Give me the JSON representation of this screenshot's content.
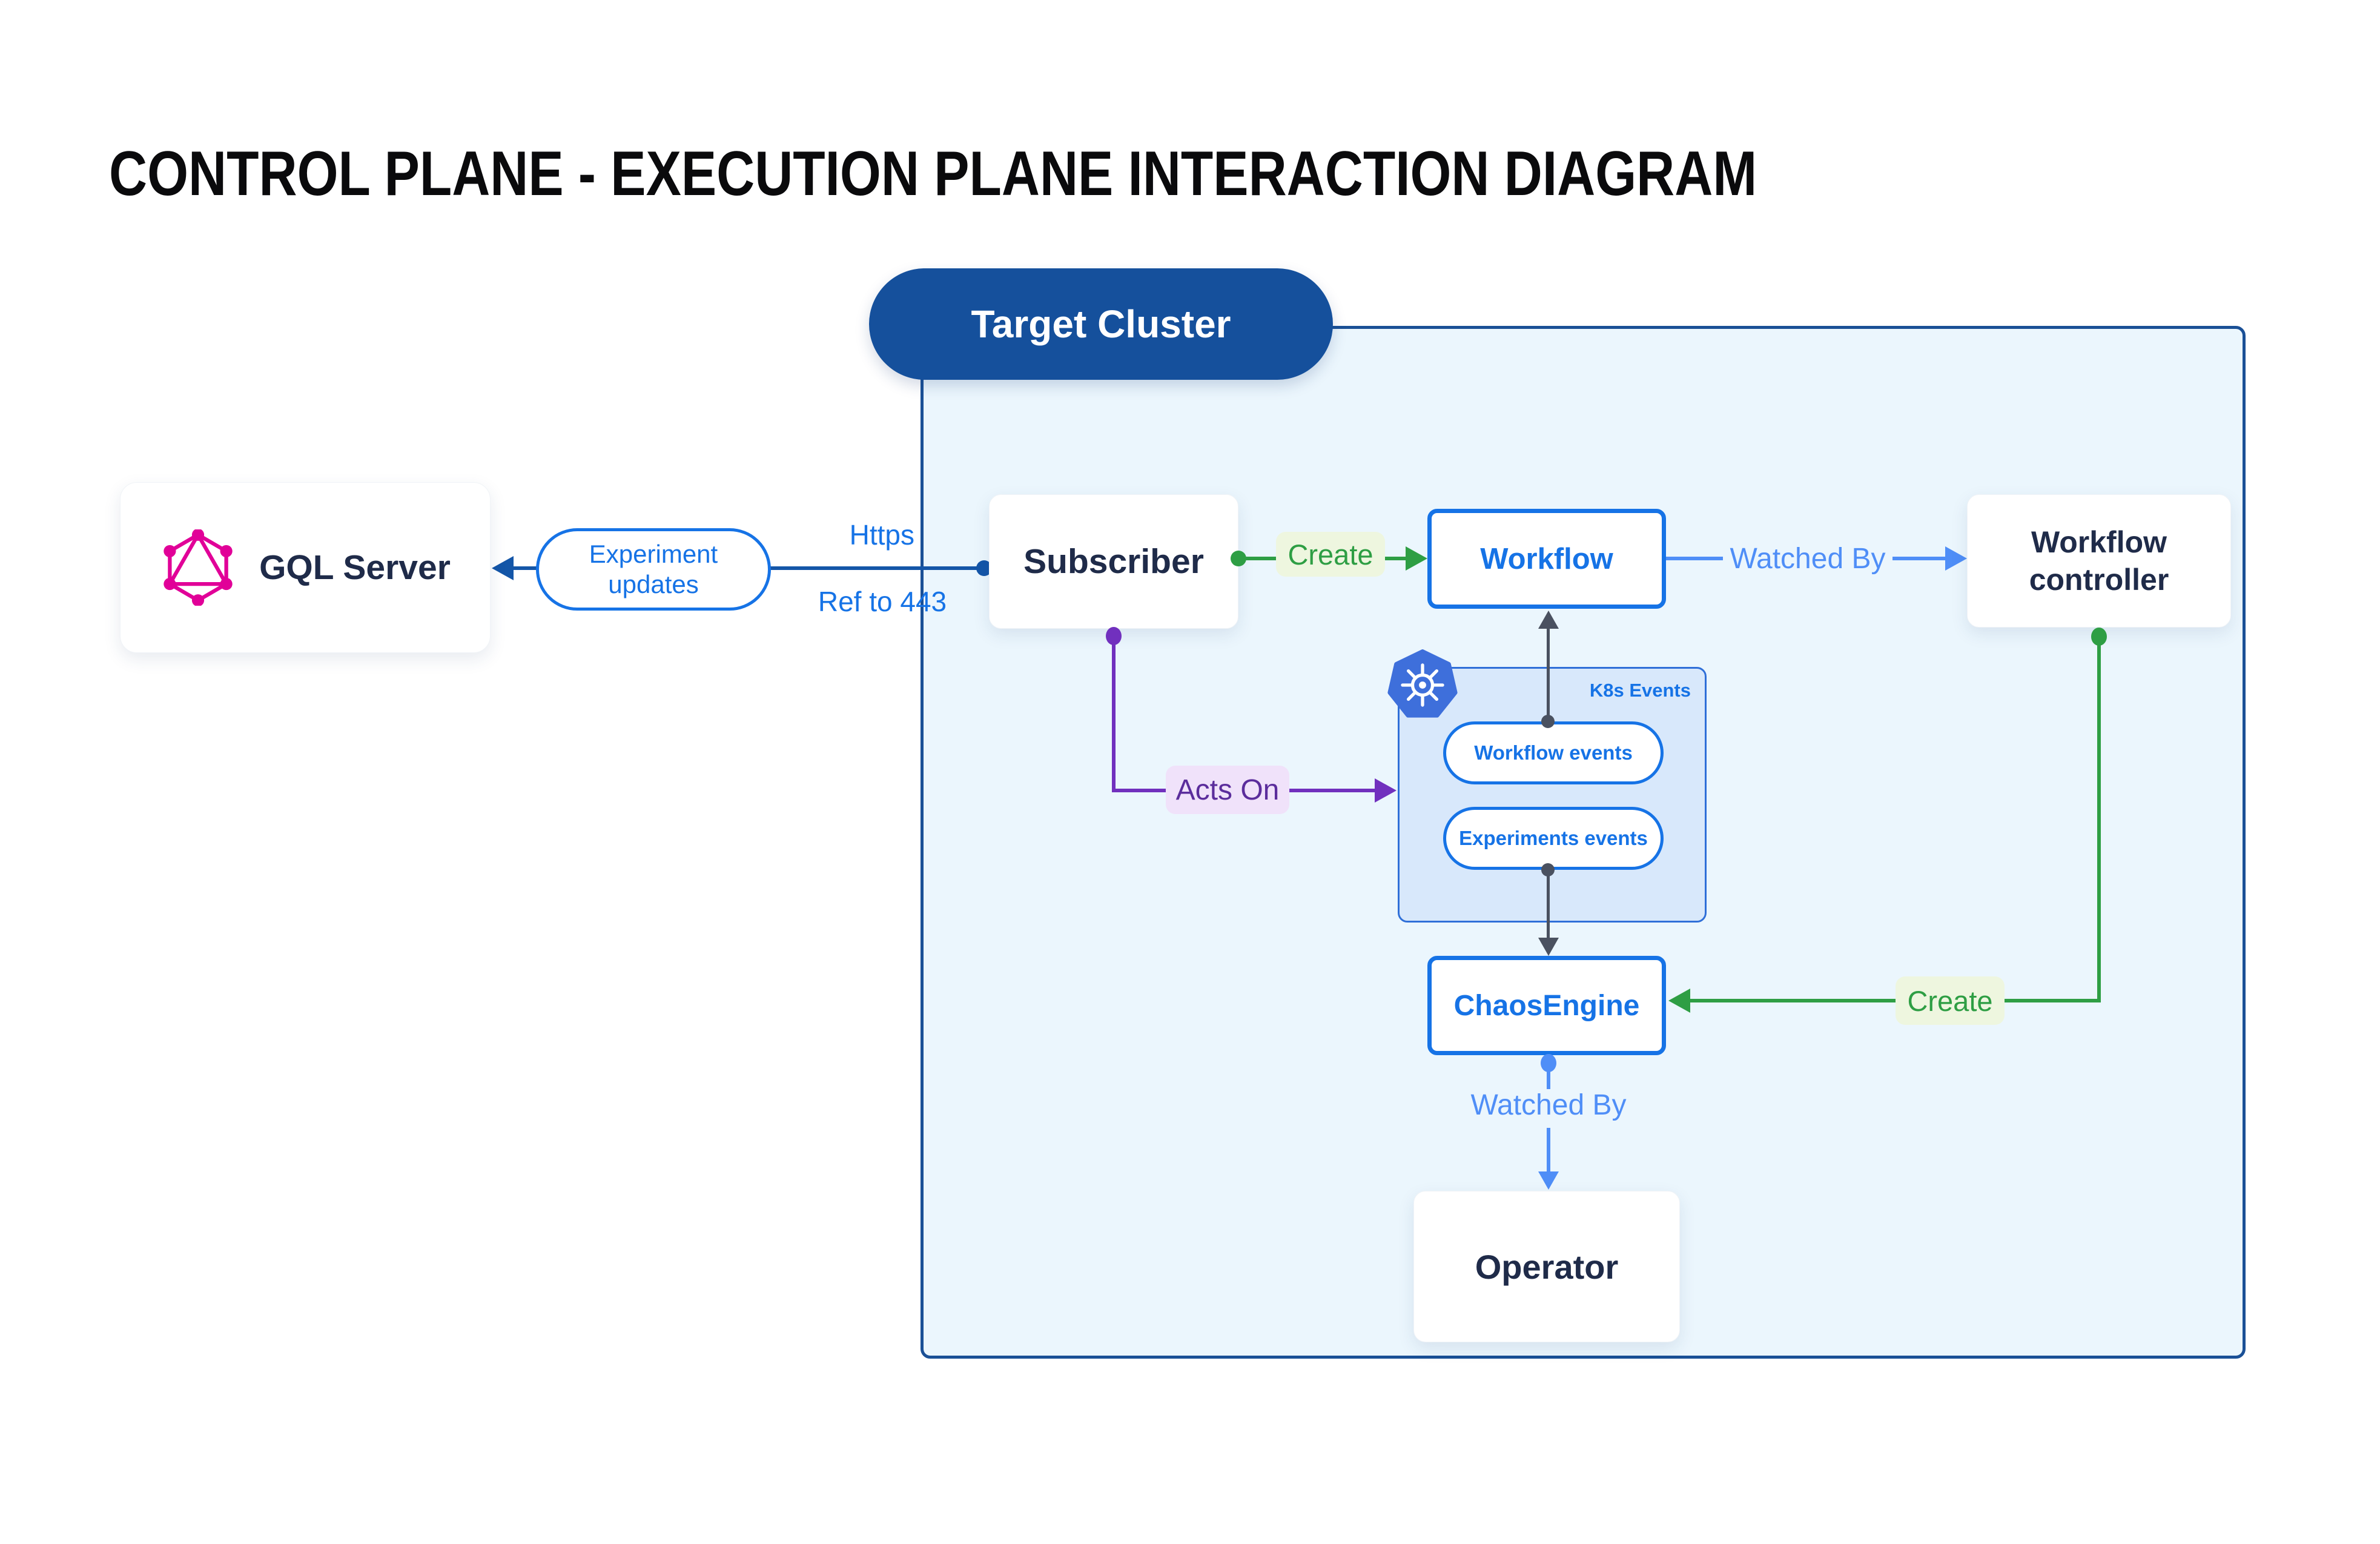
{
  "title": "CONTROL PLANE - EXECUTION PLANE INTERACTION DIAGRAM",
  "cluster": {
    "label": "Target Cluster",
    "events_group_label": "K8s Events"
  },
  "nodes": {
    "gql_server": {
      "label": "GQL Server",
      "icon": "graphql-icon"
    },
    "experiment_updates": {
      "label": "Experiment updates"
    },
    "subscriber": {
      "label": "Subscriber"
    },
    "workflow": {
      "label": "Workflow"
    },
    "workflow_controller": {
      "label": "Workflow controller"
    },
    "workflow_events": {
      "label": "Workflow events"
    },
    "experiments_events": {
      "label": "Experiments events"
    },
    "chaos_engine": {
      "label": "ChaosEngine"
    },
    "operator": {
      "label": "Operator"
    }
  },
  "edges": {
    "https": {
      "label": "Https"
    },
    "ref_443": {
      "label": "Ref to 443"
    },
    "create_workflow": {
      "label": "Create"
    },
    "watched_by_controller": {
      "label": "Watched By"
    },
    "acts_on": {
      "label": "Acts On"
    },
    "create_chaosengine": {
      "label": "Create"
    },
    "watched_by_operator": {
      "label": "Watched By"
    }
  },
  "icons": {
    "graphql": "graphql-icon",
    "kubernetes": "kubernetes-icon"
  },
  "colors": {
    "dark_blue": "#15509C",
    "line_blue": "#1456A8",
    "accent_blue": "#1673E6",
    "light_blue": "#4F8EF7",
    "navy_text": "#1F2B49",
    "green": "#2E9E44",
    "green_label_bg": "#EEF6DF",
    "purple_line": "#7130BE",
    "purple_text": "#5B2D9C",
    "purple_label_bg": "#F0E2FA",
    "gray_line": "#4A5160",
    "cluster_bg": "#EBF6FD",
    "cluster_border": "#1A5096",
    "k8s_events_bg": "#D8E8FB",
    "k8s_events_border": "#2F6FD8",
    "kubernetes_blue": "#3E6FDB",
    "graphql_pink": "#E10098"
  }
}
